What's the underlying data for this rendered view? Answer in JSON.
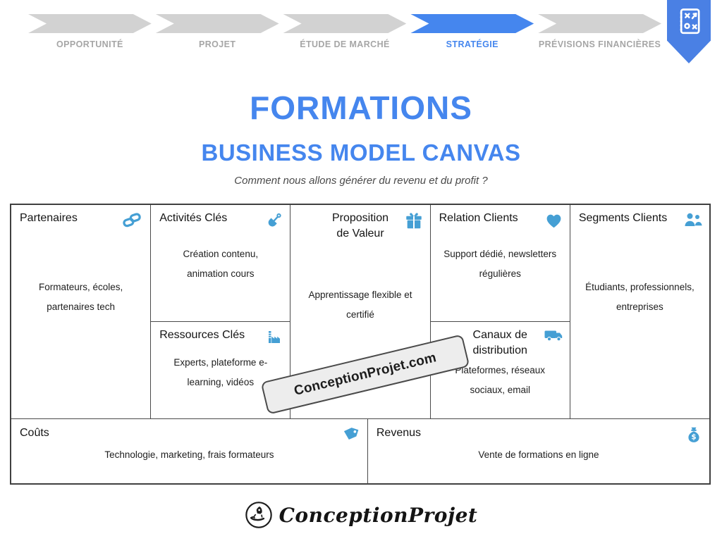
{
  "colors": {
    "accent_blue": "#4586ee",
    "bookmark_blue": "#4a80e4",
    "icon_blue": "#459fd4",
    "chevron_gray": "#d2d2d2",
    "step_label_gray": "#a6a6a6",
    "border_dark": "#404040"
  },
  "progress_bar": {
    "steps": [
      {
        "label": "OPPORTUNITÉ",
        "active": false
      },
      {
        "label": "PROJET",
        "active": false
      },
      {
        "label": "ÉTUDE DE MARCHÉ",
        "active": false
      },
      {
        "label": "STRATÉGIE",
        "active": true
      },
      {
        "label": "PRÉVISIONS FINANCIÈRES",
        "active": false
      }
    ]
  },
  "bookmark": {
    "icon": "strategy-notepad-icon"
  },
  "header": {
    "title": "FORMATIONS",
    "subtitle": "BUSINESS MODEL CANVAS",
    "tagline": "Comment nous allons générer du revenu et du profit ?"
  },
  "canvas": {
    "cells": {
      "partenaires": {
        "title": "Partenaires",
        "icon": "chain-link-icon",
        "body": "Formateurs, écoles, partenaires tech"
      },
      "activites": {
        "title": "Activités Clés",
        "icon": "shovel-icon",
        "body": "Création contenu, animation cours"
      },
      "ressources": {
        "title": "Ressources Clés",
        "icon": "factory-icon",
        "body": "Experts, plateforme e-learning, vidéos"
      },
      "proposition": {
        "title": "Proposition de Valeur",
        "icon": "gift-icon",
        "body": "Apprentissage flexible et certifié"
      },
      "relation": {
        "title": "Relation Clients",
        "icon": "heart-icon",
        "body": "Support dédié, newsletters régulières"
      },
      "canaux": {
        "title": "Canaux de distribution",
        "icon": "delivery-truck-icon",
        "body": "Plateformes, réseaux sociaux, email"
      },
      "segments": {
        "title": "Segments Clients",
        "icon": "people-icon",
        "body": "Étudiants, professionnels, entreprises"
      },
      "couts": {
        "title": "Coûts",
        "icon": "price-tag-icon",
        "body": "Technologie, marketing, frais formateurs"
      },
      "revenus": {
        "title": "Revenus",
        "icon": "money-bag-icon",
        "body": "Vente de formations en ligne"
      }
    }
  },
  "watermark": {
    "text": "ConceptionProjet.com"
  },
  "footer": {
    "brand": "ConceptionProjet",
    "icon": "hand-rocket-icon"
  }
}
